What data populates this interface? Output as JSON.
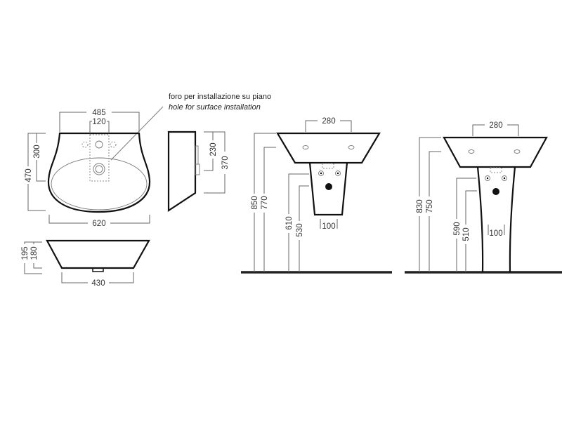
{
  "annotation": {
    "line1": "foro per installazione su piano",
    "line2": "hole for surface installation"
  },
  "top_view": {
    "width_top": "485",
    "tap_zone": "120",
    "depth": "470",
    "bowl_depth": "300",
    "width": "620"
  },
  "side_view": {
    "h1": "230",
    "h2": "370"
  },
  "front_view": {
    "h_total": "195",
    "h_body": "180",
    "base_width": "430"
  },
  "half_pedestal": {
    "tap_spacing": "280",
    "h_top": "850",
    "h_rim": "770",
    "h_supply": "610",
    "h_waste": "530",
    "ped_width": "100"
  },
  "full_pedestal": {
    "tap_spacing": "280",
    "h_top": "830",
    "h_rim": "750",
    "h_supply": "590",
    "h_waste": "510",
    "ped_width": "100"
  }
}
